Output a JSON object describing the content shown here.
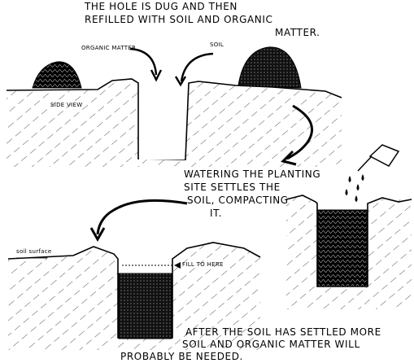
{
  "top_caption": {
    "line1": "THE HOLE IS DUG AND THEN",
    "line2": "REFILLED WITH SOIL AND ORGANIC",
    "line3": "MATTER."
  },
  "labels": {
    "organic_matter": "ORGANIC MATTER",
    "soil": "SOIL",
    "side_view": "SIDE VIEW",
    "soil_surface": "soil surface",
    "fill_to_here": "FILL TO HERE"
  },
  "middle_caption": {
    "line1": "WATERING THE PLANTING",
    "line2": "SITE SETTLES THE",
    "line3": "SOIL, COMPACTING",
    "line4": "IT."
  },
  "bottom_caption": {
    "line1": "AFTER THE SOIL HAS SETTLED MORE",
    "line2": "SOIL AND ORGANIC MATTER WILL",
    "line3": "PROBABLY BE NEEDED."
  },
  "colors": {
    "ink": "#000000",
    "paper": "#ffffff"
  }
}
